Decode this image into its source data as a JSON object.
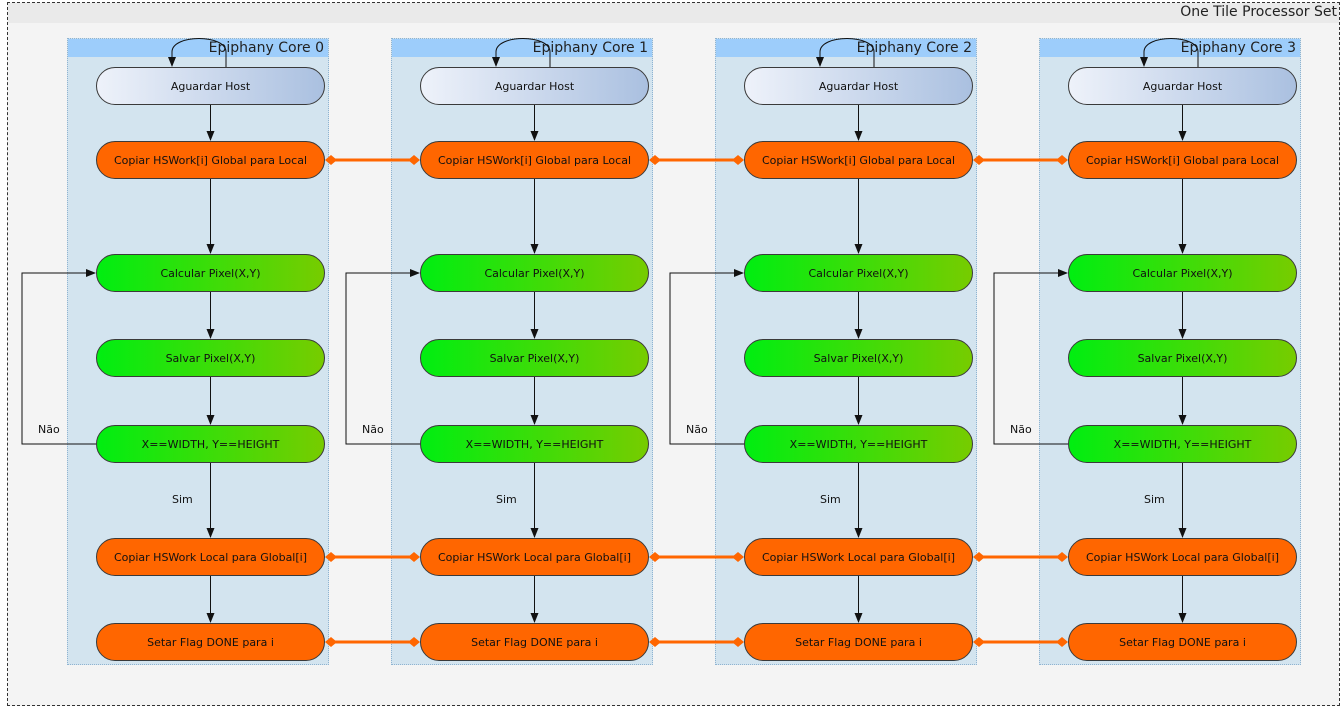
{
  "diagram": {
    "title": "One Tile Processor Set",
    "cores": [
      {
        "title": "Epiphany Core 0"
      },
      {
        "title": "Epiphany Core 1"
      },
      {
        "title": "Epiphany Core 2"
      },
      {
        "title": "Epiphany Core 3"
      }
    ],
    "steps": {
      "wait_host": "Aguardar Host",
      "copy_in": "Copiar HSWork[i] Global para Local",
      "compute": "Calcular Pixel(X,Y)",
      "save": "Salvar Pixel(X,Y)",
      "check": "X==WIDTH, Y==HEIGHT",
      "copy_out": "Copiar HSWork Local para Global[i]",
      "set_flag": "Setar Flag DONE para i"
    },
    "edge_labels": {
      "no": "Não",
      "yes": "Sim"
    },
    "colors": {
      "lane_bg": "#d3e4ef",
      "lane_header": "#9dcdfb",
      "orange": "#ff6600",
      "green_start": "#00ee11",
      "green_end": "#77cc00",
      "host_start": "#eef2fa",
      "host_end": "#aac0e0"
    }
  }
}
